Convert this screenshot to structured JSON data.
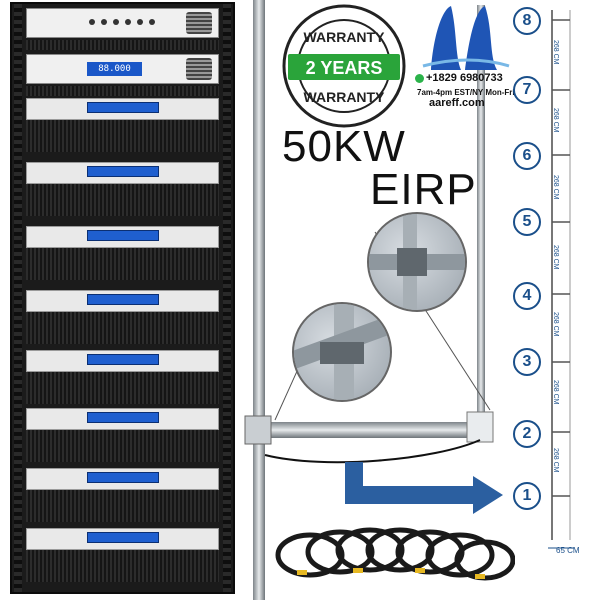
{
  "warranty": {
    "top_text": "WARRANTY",
    "years_text": "2 YEARS",
    "bottom_text": "WARRANTY"
  },
  "brand": {
    "phone": "+1829 6980733",
    "hours": "7am-4pm EST/NY Mon-Fri",
    "website": "aareff.com"
  },
  "power_text": "50KW",
  "eirp_text": "EIRP",
  "bay_numbers": [
    "8",
    "7",
    "6",
    "5",
    "4",
    "3",
    "2",
    "1"
  ],
  "spacing_labels": [
    "268 CM",
    "268 CM",
    "268 CM",
    "268 CM",
    "268 CM",
    "268 CM",
    "268 CM"
  ],
  "bottom_dimension": "65 CM",
  "rack_display_value": "88.000",
  "colors": {
    "accent_blue": "#1a4f8a",
    "arrow_blue": "#2b5fa0",
    "warranty_green": "#2aa43a",
    "lcd_blue": "#1f5fcf"
  },
  "icons": {
    "phone": "whatsapp-phone-icon",
    "logo": "aareff-logo-icon",
    "arrow": "arrow-right-icon",
    "seal": "warranty-seal-icon"
  }
}
